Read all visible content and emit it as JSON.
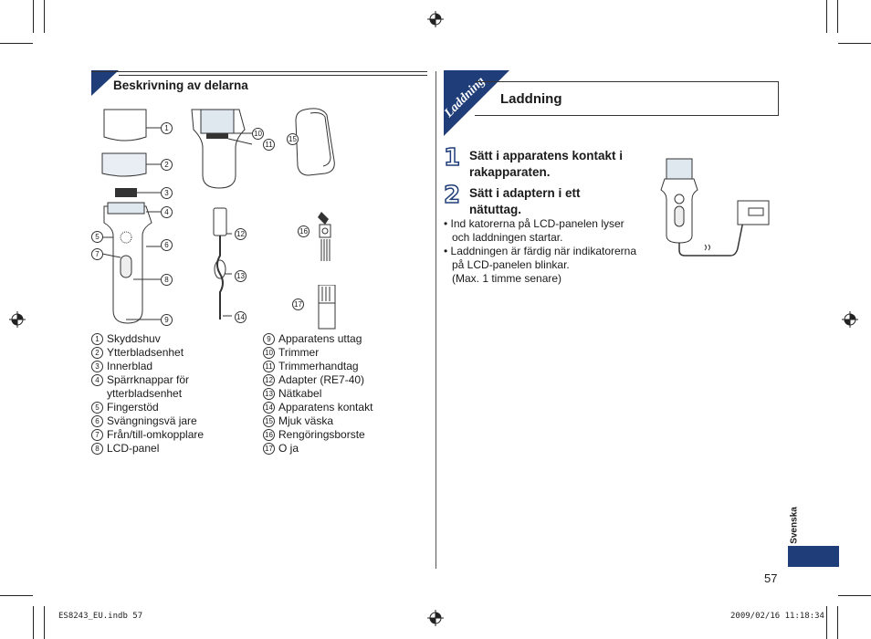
{
  "left": {
    "section_title": "Beskrivning av delarna",
    "col1": [
      {
        "n": "①",
        "label": "Skyddshuv"
      },
      {
        "n": "②",
        "label": "Ytterbladsenhet"
      },
      {
        "n": "③",
        "label": "Innerblad"
      },
      {
        "n": "④",
        "label": "Spärrknappar för",
        "cont": "ytterbladsenhet"
      },
      {
        "n": "⑤",
        "label": "Fingerstöd"
      },
      {
        "n": "⑥",
        "label": "Svängningsvä jare"
      },
      {
        "n": "⑦",
        "label": "Från/till-omkopplare"
      },
      {
        "n": "⑧",
        "label": "LCD-panel"
      }
    ],
    "col2": [
      {
        "n": "⑨",
        "label": "Apparatens uttag"
      },
      {
        "n": "⑩",
        "label": "Trimmer"
      },
      {
        "n": "⑪",
        "label": "Trimmerhandtag"
      },
      {
        "n": "⑫",
        "label": "Adapter (RE7-40)"
      },
      {
        "n": "⑬",
        "label": "Nätkabel"
      },
      {
        "n": "⑭",
        "label": "Apparatens kontakt"
      },
      {
        "n": "⑮",
        "label": "Mjuk väska"
      },
      {
        "n": "⑯",
        "label": "Rengöringsborste"
      },
      {
        "n": "⑰",
        "label": "O ja"
      }
    ]
  },
  "right": {
    "tab_label": "Laddning",
    "section_title": "Laddning",
    "steps": [
      {
        "num": "1",
        "text_line1": "Sätt i apparatens kontakt i",
        "text_line2": "rakapparaten."
      },
      {
        "num": "2",
        "text_line1": "Sätt i adaptern i ett",
        "text_line2": "nätuttag."
      }
    ],
    "bullets": [
      {
        "line1": "Ind katorerna på LCD-panelen lyser",
        "line2": "och laddningen startar."
      },
      {
        "line1": "Laddningen är färdig när indikatorerna",
        "line2": "på LCD-panelen blinkar.",
        "line3": "(Max. 1 timme senare)"
      }
    ]
  },
  "side_tab": "Svenska",
  "page_number": "57",
  "footer": {
    "file": "ES8243_EU.indb   57",
    "date": "2009/02/16   11:18:34"
  },
  "colors": {
    "accent": "#1f3d78",
    "text": "#1a1a1a"
  }
}
